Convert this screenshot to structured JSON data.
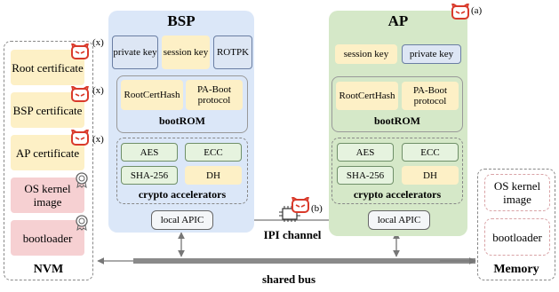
{
  "bsp": {
    "title": "BSP",
    "private_key": "private key",
    "session_key": "session key",
    "rotpk": "ROTPK",
    "root_cert_hash": "RootCertHash",
    "pa_boot_protocol": "PA-Boot protocol",
    "bootrom": "bootROM",
    "aes": "AES",
    "ecc": "ECC",
    "sha": "SHA-256",
    "dh": "DH",
    "crypto": "crypto accelerators",
    "apic": "local APIC"
  },
  "ap": {
    "title": "AP",
    "session_key": "session key",
    "private_key": "private key",
    "root_cert_hash": "RootCertHash",
    "pa_boot_protocol": "PA-Boot protocol",
    "bootrom": "bootROM",
    "aes": "AES",
    "ecc": "ECC",
    "sha": "SHA-256",
    "dh": "DH",
    "crypto": "crypto accelerators",
    "apic": "local APIC",
    "attack_tag": "(a)"
  },
  "nvm": {
    "label": "NVM",
    "root_cert": "Root certificate",
    "bsp_cert": "BSP certificate",
    "ap_cert": "AP certificate",
    "os_kernel": "OS kernel image",
    "bootloader": "bootloader",
    "tag_x": "(x)"
  },
  "memory": {
    "label": "Memory",
    "os_kernel": "OS kernel image",
    "bootloader": "bootloader"
  },
  "ipi_channel": "IPI channel",
  "ipi_tag": "(b)",
  "shared_bus": "shared bus",
  "colors": {
    "bsp_panel": "#dbe7f8",
    "ap_panel": "#d5e8c8",
    "key_yellow": "#fdf0c6",
    "nvm_pink": "#f6d0d2",
    "attacker_red": "#d93a2b"
  }
}
